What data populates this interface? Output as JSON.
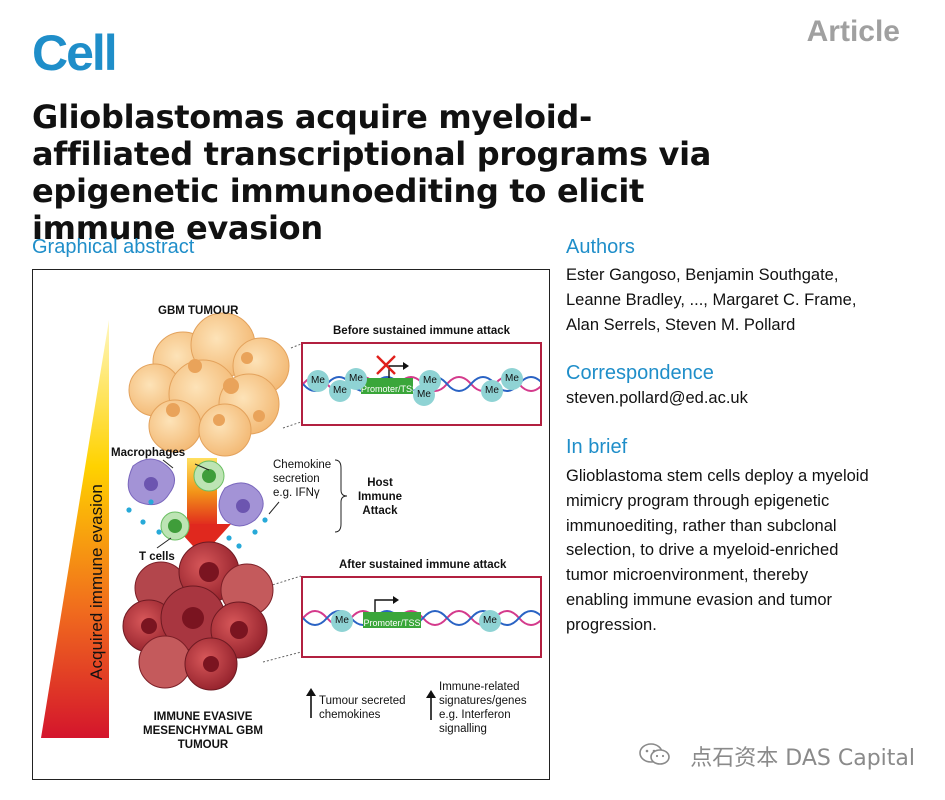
{
  "header": {
    "journal_logo": "Cell",
    "article_type": "Article"
  },
  "title": "Glioblastomas acquire myeloid-affiliated transcriptional programs via epigenetic immunoediting to elicit immune evasion",
  "graphical_abstract": {
    "heading": "Graphical abstract",
    "gbm_tumour_label": "GBM TUMOUR",
    "before_label": "Before sustained immune attack",
    "after_label": "After sustained immune attack",
    "promoter_label": "Promoter/TSS",
    "methyl_label": "Me",
    "macrophages_label": "Macrophages",
    "tcells_label": "T cells",
    "chemokine_lines": [
      "Chemokine",
      "secretion",
      "e.g. IFNγ"
    ],
    "host_attack_lines": [
      "Host",
      "Immune",
      "Attack"
    ],
    "gradient_label": "Acquired immune evasion",
    "immune_evasive_lines": [
      "IMMUNE EVASIVE",
      "MESENCHYMAL GBM",
      "TUMOUR"
    ],
    "tumour_secreted_lines": [
      "Tumour secreted",
      "chemokines"
    ],
    "immune_related_lines": [
      "Immune-related",
      "signatures/genes",
      "e.g. Interferon",
      "signalling"
    ],
    "colors": {
      "border": "#b22040",
      "methyl": "#8fd3d4",
      "promoter": "#3aa63a",
      "cross": "#e0201c",
      "dna_pink": "#d43a8c",
      "dna_blue": "#2a63c4"
    }
  },
  "authors": {
    "heading": "Authors",
    "lines": [
      "Ester Gangoso, Benjamin Southgate,",
      "Leanne Bradley, ..., Margaret C. Frame,",
      "Alan Serrels, Steven M. Pollard"
    ]
  },
  "correspondence": {
    "heading": "Correspondence",
    "email": "steven.pollard@ed.ac.uk"
  },
  "in_brief": {
    "heading": "In brief",
    "lines": [
      "Glioblastoma stem cells deploy a myeloid",
      "mimicry program through epigenetic",
      "immunoediting, rather than subclonal",
      "selection, to drive a myeloid-enriched",
      "tumor microenvironment, thereby",
      "enabling immune evasion and tumor",
      "progression."
    ]
  },
  "watermark": {
    "text": "点石资本 DAS Capital",
    "icon": "wechat-icon"
  }
}
